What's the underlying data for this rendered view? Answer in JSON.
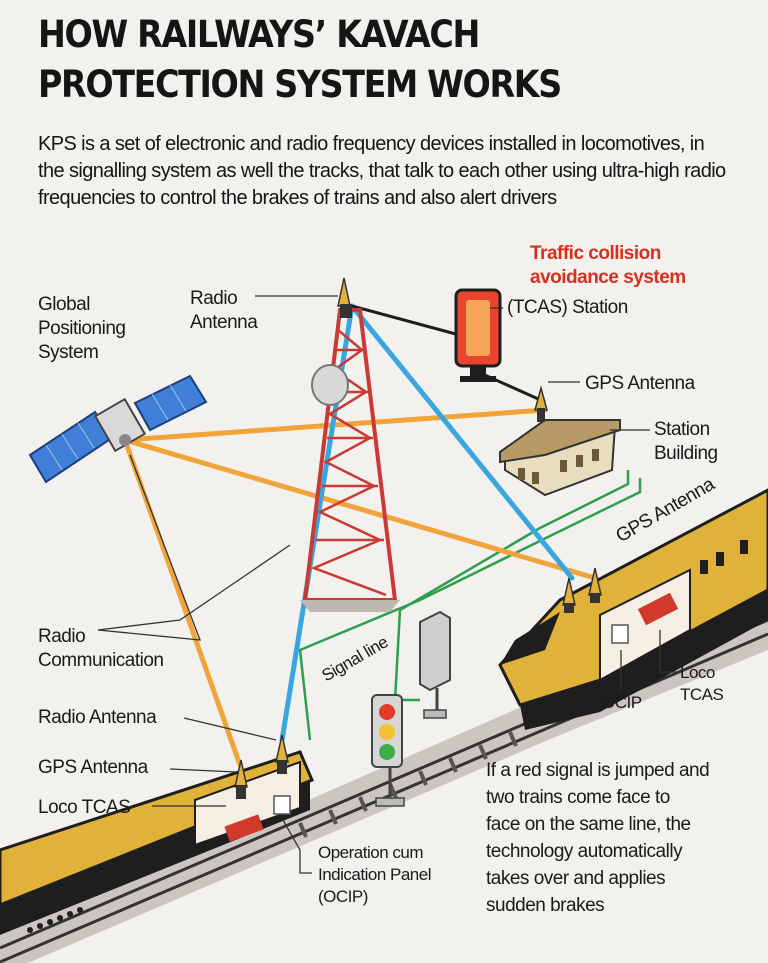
{
  "title_line1": "HOW RAILWAYS’ KAVACH",
  "title_line2": "PROTECTION SYSTEM WORKS",
  "intro": "KPS is a set of electronic and radio frequency devices installed in locomotives, in the signalling system as well the tracks, that talk to each other using ultra-high radio frequencies to control the brakes of trains and also alert drivers",
  "labels": {
    "gps_line1": "Global",
    "gps_line2": "Positioning",
    "gps_line3": "System",
    "radio_antenna_line1": "Radio",
    "radio_antenna_line2": "Antenna",
    "tcas_line1": "Traffic collision",
    "tcas_line2": "avoidance system",
    "tcas_line3": "(TCAS) Station",
    "gps_antenna_station": "GPS Antenna",
    "station_line1": "Station",
    "station_line2": "Building",
    "gps_antenna_right": "GPS Antenna",
    "signal_line": "Signal line",
    "radio_comm_line1": "Radio",
    "radio_comm_line2": "Communication",
    "radio_antenna_left": "Radio Antenna",
    "gps_antenna_left": "GPS Antenna",
    "loco_tcas_left": "Loco TCAS",
    "ocip_line1": "Operation cum",
    "ocip_line2": "Indication Panel",
    "ocip_line3": "(OCIP)",
    "ocip_right": "OCIP",
    "loco_tcas_right_line1": "Loco",
    "loco_tcas_right_line2": "TCAS",
    "note_line1": "If a red signal is jumped and",
    "note_line2": "two trains come face to",
    "note_line3": "face on the same line, the",
    "note_line4": "technology automatically",
    "note_line5": "takes over and applies",
    "note_line6": "sudden brakes"
  },
  "colors": {
    "radio_link": "#3aa6e0",
    "gps_link": "#f0a43a",
    "signal_line": "#2e9e4f",
    "tower": "#c93a35",
    "tcas_station": "#e8442e",
    "train_body": "#e0b23a",
    "train_dark": "#1e1e1e",
    "title_red": "#d7301f"
  }
}
